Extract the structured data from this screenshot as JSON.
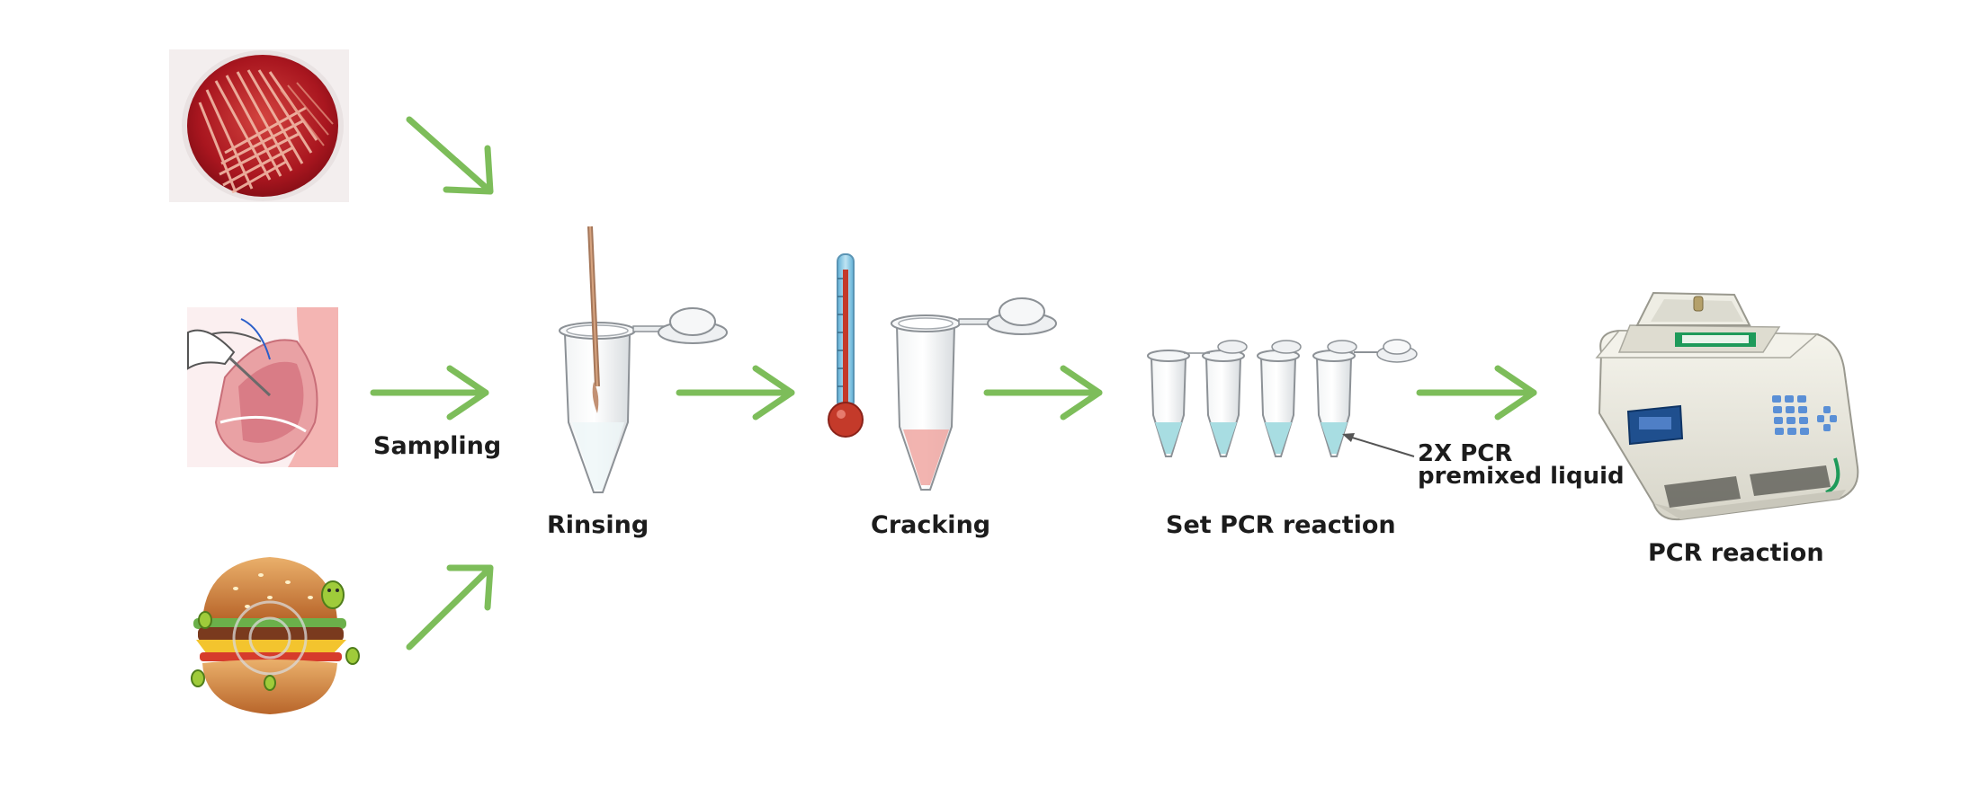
{
  "steps": {
    "sampling": "Sampling",
    "rinsing": "Rinsing",
    "cracking": "Cracking",
    "set_pcr": "Set PCR reaction",
    "pcr": "PCR reaction"
  },
  "annotation": {
    "line1": "2X PCR",
    "line2": "premixed liquid"
  },
  "colors": {
    "arrow": "#7dbd5a",
    "agar": "#b3202a",
    "liquid_blue": "#a8dde2",
    "liquid_pink": "#f0a7a2",
    "thermo_blue": "#7cc2e0",
    "thermo_red": "#c43a2a",
    "machine_body": "#ecebe1",
    "machine_accent": "#1e9a5a",
    "keypad": "#5a8fd6"
  }
}
